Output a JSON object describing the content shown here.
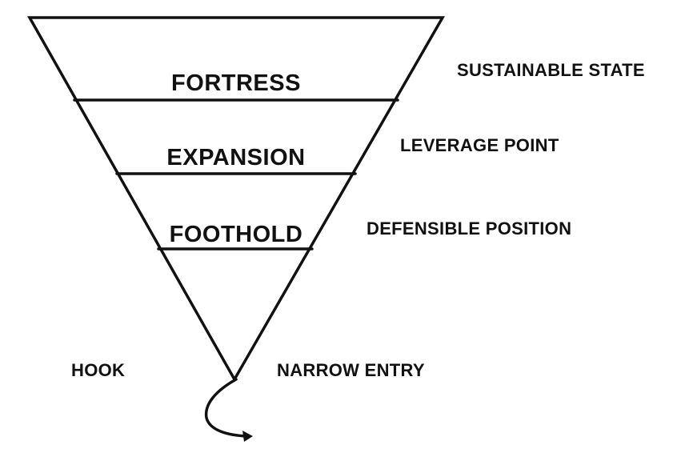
{
  "levels": [
    {
      "label": "FORTRESS",
      "annotation": "SUSTAINABLE STATE"
    },
    {
      "label": "EXPANSION",
      "annotation": "LEVERAGE POINT"
    },
    {
      "label": "FOOTHOLD",
      "annotation": "DEFENSIBLE POSITION"
    }
  ],
  "tip": {
    "left_label": "HOOK",
    "right_label": "NARROW ENTRY"
  },
  "colors": {
    "line": "#111111",
    "background": "#ffffff"
  }
}
